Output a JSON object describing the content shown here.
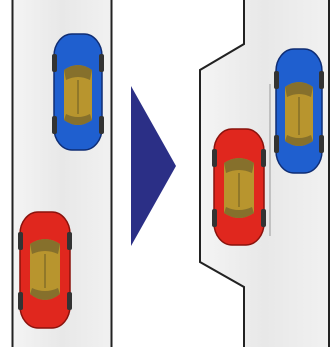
{
  "scene": {
    "road_color": "#e9e9e9",
    "curb_color": "#222222",
    "lane_line_color": "#9a9a9a",
    "arrow_color": "#2b2f86"
  },
  "panels": {
    "before": {
      "cars": [
        {
          "name": "blue-car",
          "body_color": "#1f5fcf",
          "roof_color": "#b8952e",
          "direction": "down"
        },
        {
          "name": "red-car",
          "body_color": "#e0271e",
          "roof_color": "#b8952e",
          "direction": "up"
        }
      ]
    },
    "after": {
      "cars": [
        {
          "name": "red-car",
          "body_color": "#e0271e",
          "roof_color": "#b8952e",
          "direction": "down"
        },
        {
          "name": "blue-car",
          "body_color": "#1f5fcf",
          "roof_color": "#b8952e",
          "direction": "down"
        }
      ]
    }
  },
  "transition_arrow": {
    "icon": "triangle-right-icon"
  }
}
